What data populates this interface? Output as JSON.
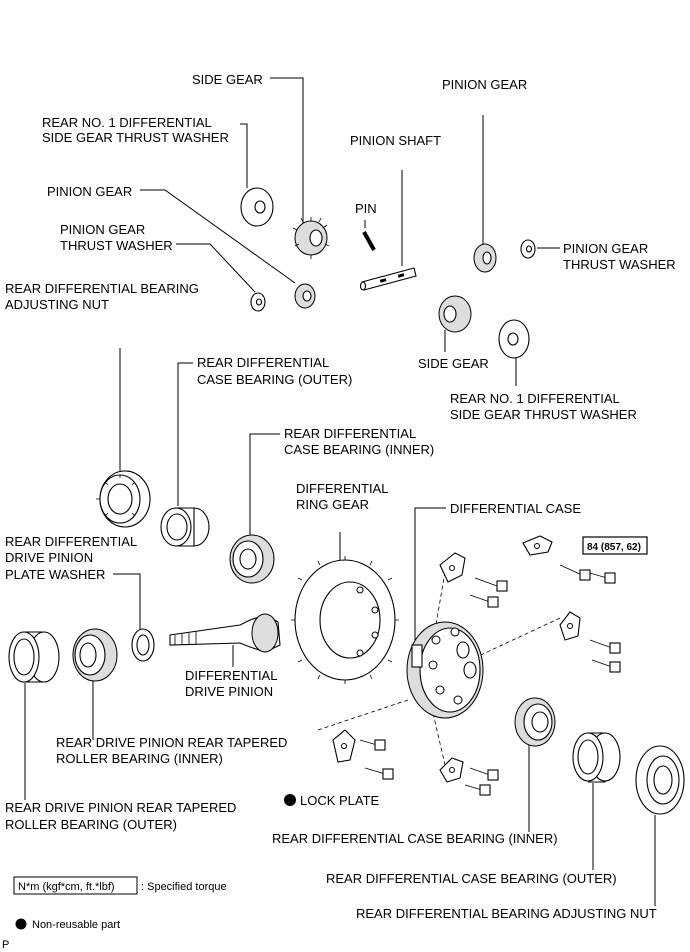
{
  "labels": {
    "side_gear_top": "SIDE GEAR",
    "thrust_washer_top_1": "REAR NO. 1 DIFFERENTIAL",
    "thrust_washer_top_2": "SIDE GEAR THRUST WASHER",
    "pinion_gear_left": "PINION GEAR",
    "pinion_thrust_washer_left_1": "PINION GEAR",
    "pinion_thrust_washer_left_2": "THRUST WASHER",
    "adjusting_nut_left_1": "REAR DIFFERENTIAL BEARING",
    "adjusting_nut_left_2": "ADJUSTING NUT",
    "pinion_shaft": "PINION SHAFT",
    "pin": "PIN",
    "pinion_gear_right": "PINION GEAR",
    "pinion_thrust_washer_right_1": "PINION GEAR",
    "pinion_thrust_washer_right_2": "THRUST WASHER",
    "side_gear_right": "SIDE GEAR",
    "thrust_washer_right_1": "REAR NO. 1 DIFFERENTIAL",
    "thrust_washer_right_2": "SIDE GEAR THRUST WASHER",
    "case_bearing_outer_1": "REAR DIFFERENTIAL",
    "case_bearing_outer_2": "CASE BEARING (OUTER)",
    "case_bearing_inner_1": "REAR DIFFERENTIAL",
    "case_bearing_inner_2": "CASE BEARING (INNER)",
    "ring_gear_1": "DIFFERENTIAL",
    "ring_gear_2": "RING GEAR",
    "diff_case": "DIFFERENTIAL CASE",
    "torque": "84 (857, 62)",
    "plate_washer_1": "REAR DIFFERENTIAL",
    "plate_washer_2": "DRIVE PINION",
    "plate_washer_3": "PLATE WASHER",
    "drive_pinion_1": "DIFFERENTIAL",
    "drive_pinion_2": "DRIVE PINION",
    "rear_bearing_inner_1": "REAR DRIVE PINION REAR TAPERED",
    "rear_bearing_inner_2": "ROLLER BEARING (INNER)",
    "rear_bearing_outer_1": "REAR DRIVE PINION REAR TAPERED",
    "rear_bearing_outer_2": "ROLLER BEARING (OUTER)",
    "lock_plate": "LOCK PLATE",
    "case_bearing_inner_bottom": "REAR DIFFERENTIAL CASE BEARING (INNER)",
    "case_bearing_outer_bottom": "REAR DIFFERENTIAL CASE BEARING (OUTER)",
    "adjusting_nut_bottom": "REAR DIFFERENTIAL BEARING ADJUSTING NUT"
  },
  "legend": {
    "torque_box": "N*m (kgf*cm, ft.*lbf)",
    "torque_desc": ": Specified torque",
    "nonreusable": "Non-reusable part"
  },
  "corner_mark": "P"
}
